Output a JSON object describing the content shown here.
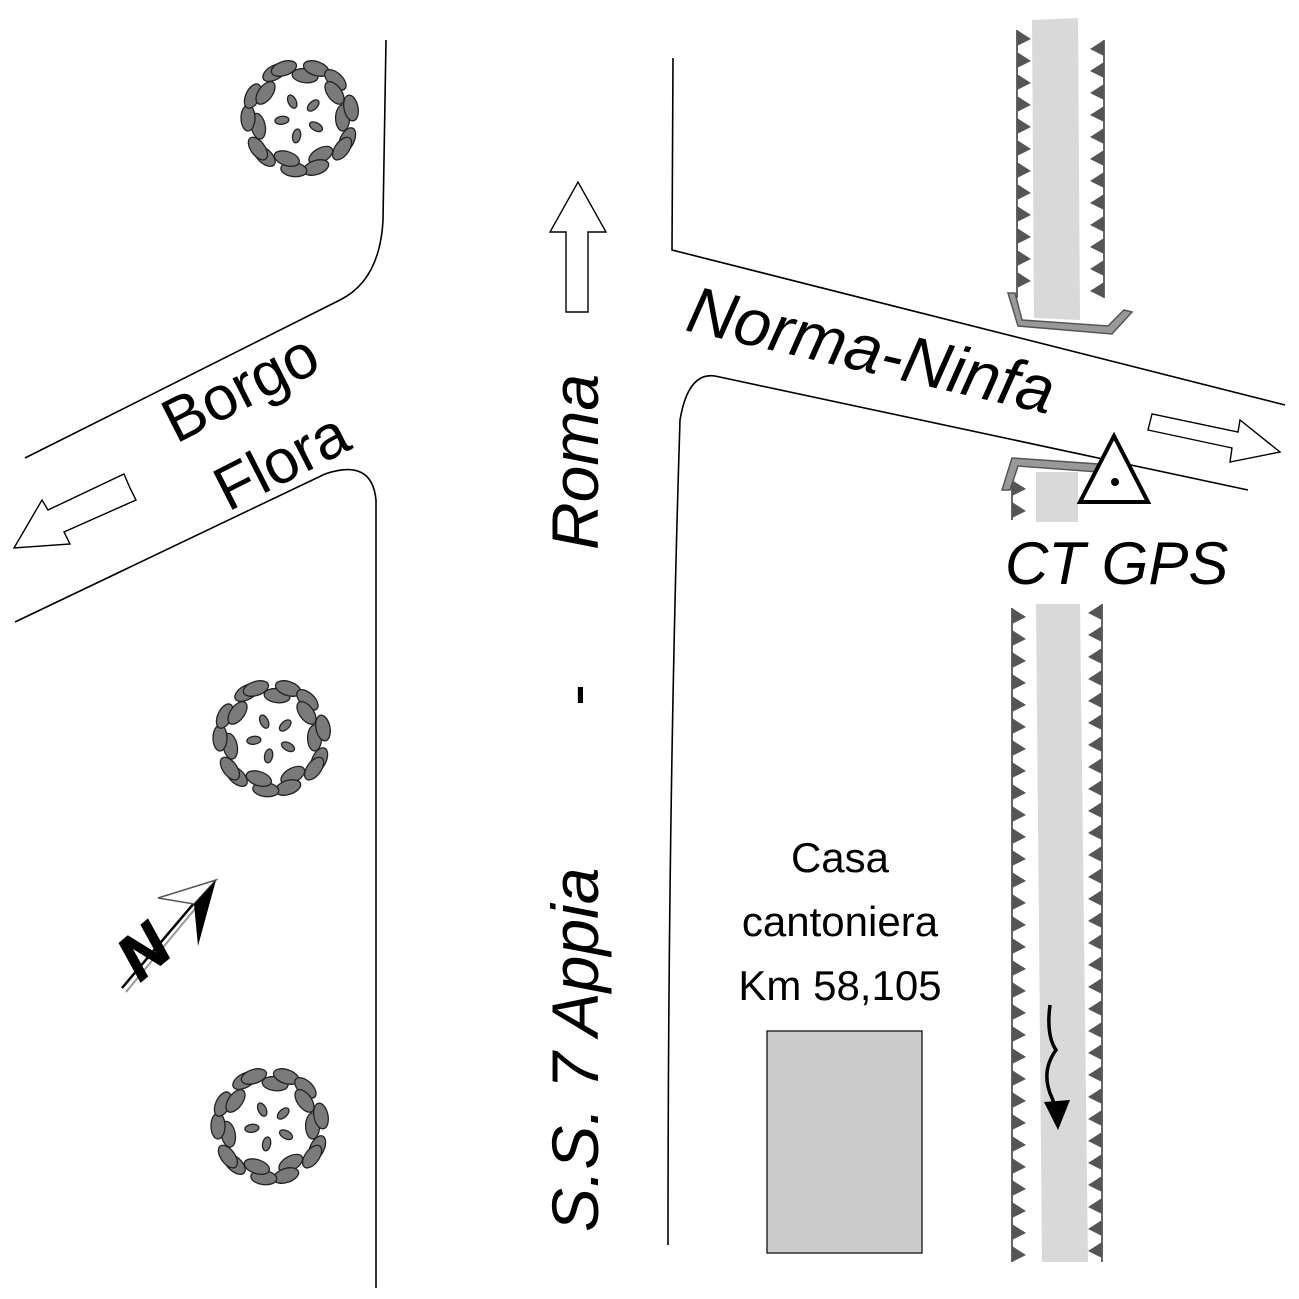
{
  "labels": {
    "borgo": "Borgo",
    "flora": "Flora",
    "roma": "Roma",
    "dash": "-",
    "appia": "S.S. 7 Appia",
    "norma_ninfa": "Norma-Ninfa",
    "ct_gps": "CT GPS",
    "casa_line1": "Casa",
    "casa_line2": "cantoniera",
    "casa_line3": "Km 58,105",
    "north": "N"
  },
  "icons": {
    "gps_marker": "triangle-point-icon",
    "north_arrow": "north-arrow-icon",
    "flow_arrow": "water-flow-arrow-icon",
    "tree": "tree-icon"
  },
  "colors": {
    "canal": "#d9d9d9",
    "building": "#cccccc",
    "tree_leaf": "#7a7a7a",
    "bridge": "#999999"
  }
}
